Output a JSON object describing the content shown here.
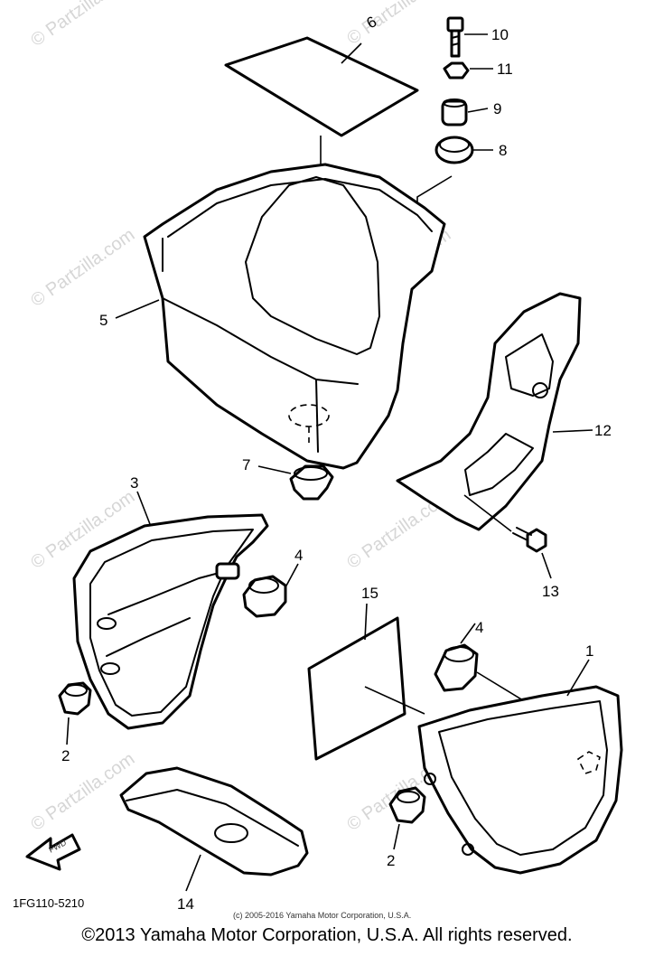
{
  "callouts": {
    "c1": "1",
    "c2a": "2",
    "c2b": "2",
    "c3": "3",
    "c4a": "4",
    "c4b": "4",
    "c5": "5",
    "c6": "6",
    "c7": "7",
    "c8": "8",
    "c9": "9",
    "c10": "10",
    "c11": "11",
    "c12": "12",
    "c13": "13",
    "c14": "14",
    "c15": "15"
  },
  "watermark": "© Partzilla.com",
  "diagram_code": "1FG110-5210",
  "fwd_label": "FWD",
  "small_copyright": "(c) 2005-2016 Yamaha Motor Corporation, U.S.A.",
  "footer_copyright": "©2013 Yamaha Motor Corporation, U.S.A. All rights reserved."
}
